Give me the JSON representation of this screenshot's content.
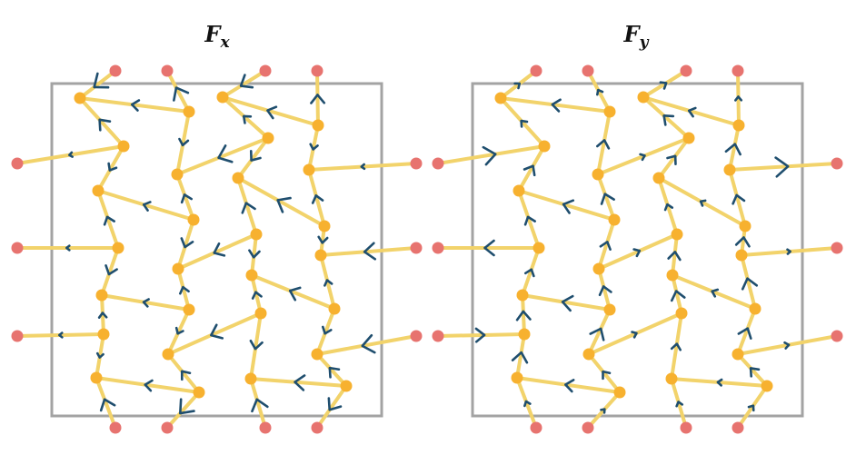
{
  "panels": [
    {
      "title_main": "F",
      "title_sub": "x"
    },
    {
      "title_main": "F",
      "title_sub": "y"
    }
  ],
  "colors": {
    "frame": "#a3a3a3",
    "edge": "#f2d36b",
    "arrow": "#1f4e6e",
    "interior_node": "#f7b12f",
    "boundary_node": "#e7736f"
  }
}
